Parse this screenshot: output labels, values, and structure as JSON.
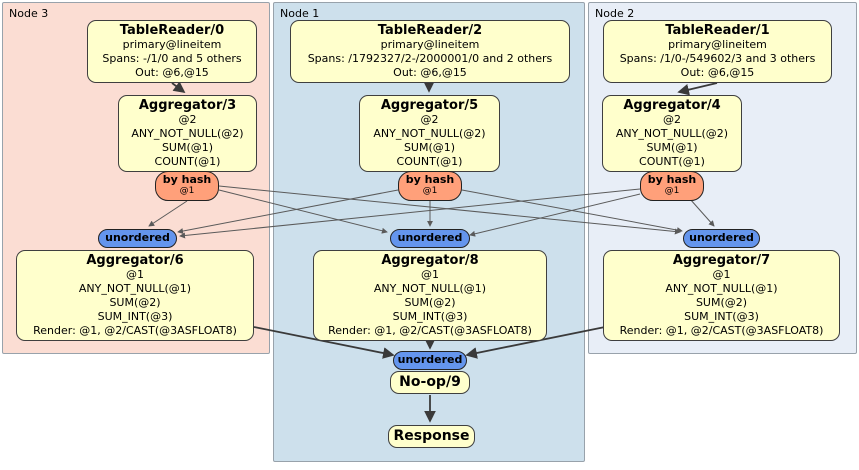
{
  "nodes": {
    "node3": {
      "label": "Node 3",
      "table_reader": {
        "title": "TableReader/0",
        "lines": [
          "primary@lineitem",
          "Spans: -/1/0 and 5 others",
          "Out: @6,@15"
        ]
      },
      "agg_top": {
        "title": "Aggregator/3",
        "lines": [
          "@2",
          "ANY_NOT_NULL(@2)",
          "SUM(@1)",
          "COUNT(@1)"
        ]
      },
      "router": {
        "label": "by hash",
        "detail": "@1"
      },
      "sync": {
        "label": "unordered"
      },
      "agg_bottom": {
        "title": "Aggregator/6",
        "lines": [
          "@1",
          "ANY_NOT_NULL(@1)",
          "SUM(@2)",
          "SUM_INT(@3)",
          "Render: @1, @2/CAST(@3ASFLOAT8)"
        ]
      }
    },
    "node1": {
      "label": "Node 1",
      "table_reader": {
        "title": "TableReader/2",
        "lines": [
          "primary@lineitem",
          "Spans: /1792327/2-/2000001/0 and 2 others",
          "Out: @6,@15"
        ]
      },
      "agg_top": {
        "title": "Aggregator/5",
        "lines": [
          "@2",
          "ANY_NOT_NULL(@2)",
          "SUM(@1)",
          "COUNT(@1)"
        ]
      },
      "router": {
        "label": "by hash",
        "detail": "@1"
      },
      "sync": {
        "label": "unordered"
      },
      "agg_bottom": {
        "title": "Aggregator/8",
        "lines": [
          "@1",
          "ANY_NOT_NULL(@1)",
          "SUM(@2)",
          "SUM_INT(@3)",
          "Render: @1, @2/CAST(@3ASFLOAT8)"
        ]
      }
    },
    "node2": {
      "label": "Node 2",
      "table_reader": {
        "title": "TableReader/1",
        "lines": [
          "primary@lineitem",
          "Spans: /1/0-/549602/3 and 3 others",
          "Out: @6,@15"
        ]
      },
      "agg_top": {
        "title": "Aggregator/4",
        "lines": [
          "@2",
          "ANY_NOT_NULL(@2)",
          "SUM(@1)",
          "COUNT(@1)"
        ]
      },
      "router": {
        "label": "by hash",
        "detail": "@1"
      },
      "sync": {
        "label": "unordered"
      },
      "agg_bottom": {
        "title": "Aggregator/7",
        "lines": [
          "@1",
          "ANY_NOT_NULL(@1)",
          "SUM(@2)",
          "SUM_INT(@3)",
          "Render: @1, @2/CAST(@3ASFLOAT8)"
        ]
      }
    }
  },
  "output": {
    "sync": {
      "label": "unordered"
    },
    "noop": {
      "title": "No-op/9"
    },
    "response": {
      "title": "Response"
    }
  },
  "colors": {
    "region_node3": "#fbddd3",
    "region_node1": "#cde0ec",
    "region_node2": "#e8eef7",
    "processor_box_fill": "#ffffcc",
    "processor_box_border": "#3f3f3f",
    "router_fill": "#ffa07a",
    "sync_fill": "#6495ed",
    "edge_main": "#3a3a3a",
    "edge_stream": "#5a5a5a"
  }
}
